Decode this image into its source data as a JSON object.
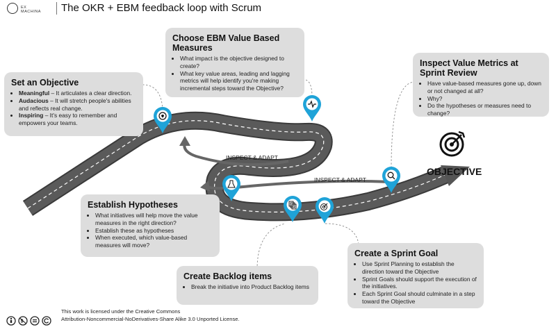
{
  "header": {
    "logo_text": "EX MACHINA",
    "title": "The OKR + EBM feedback loop with Scrum"
  },
  "boxes": {
    "objective": {
      "title": "Set an Objective",
      "items": [
        {
          "bold": "Meaningful",
          "text": " – It articulates a clear direction."
        },
        {
          "bold": "Audacious",
          "text": " – It will stretch people's abilities and reflects real change."
        },
        {
          "bold": "Inspiring",
          "text": " – It's easy to remember and empowers your teams."
        }
      ]
    },
    "ebm": {
      "title": "Choose EBM Value Based Measures",
      "items": [
        "What impact is the objective designed to create?",
        "What key value areas, leading and lagging metrics will help identify you're making incremental steps toward the Objective?"
      ]
    },
    "inspect": {
      "title": "Inspect Value Metrics at Sprint Review",
      "items": [
        "Have value-based measures gone up, down or not changed at all?",
        "Why?",
        "Do the hypotheses or measures need to change?"
      ]
    },
    "hypotheses": {
      "title": "Establish Hypotheses",
      "items": [
        "What initiatives will help move the value measures in the right direction?",
        "Establish these as hypotheses",
        "When executed, which value-based measures will move?"
      ]
    },
    "backlog": {
      "title": "Create Backlog items",
      "items": [
        "Break the initiative into Product Backlog items"
      ]
    },
    "sprint_goal": {
      "title": "Create a Sprint Goal",
      "items": [
        "Use Sprint Planning to establish the direction toward the Objective",
        "Sprint Goals should support the execution of the initiatives.",
        "Each Sprint Goal should culminate in a step toward the Objective"
      ]
    }
  },
  "road": {
    "inspect_adapt_1": "INSPECT & ADAPT",
    "inspect_adapt_2": "INSPECT & ADAPT",
    "objective_label": "OBJECTIVE"
  },
  "colors": {
    "road": "#555555",
    "road_edge": "#3a3a3a",
    "pin": "#1fa3d8",
    "arrow": "#666666",
    "box": "#dddddd"
  },
  "footer": {
    "license_line1": "This work is licensed under the Creative Commons",
    "license_line2": "Attribution-Noncommercial-NoDerivatives-Share Alike 3.0 Unported License."
  }
}
